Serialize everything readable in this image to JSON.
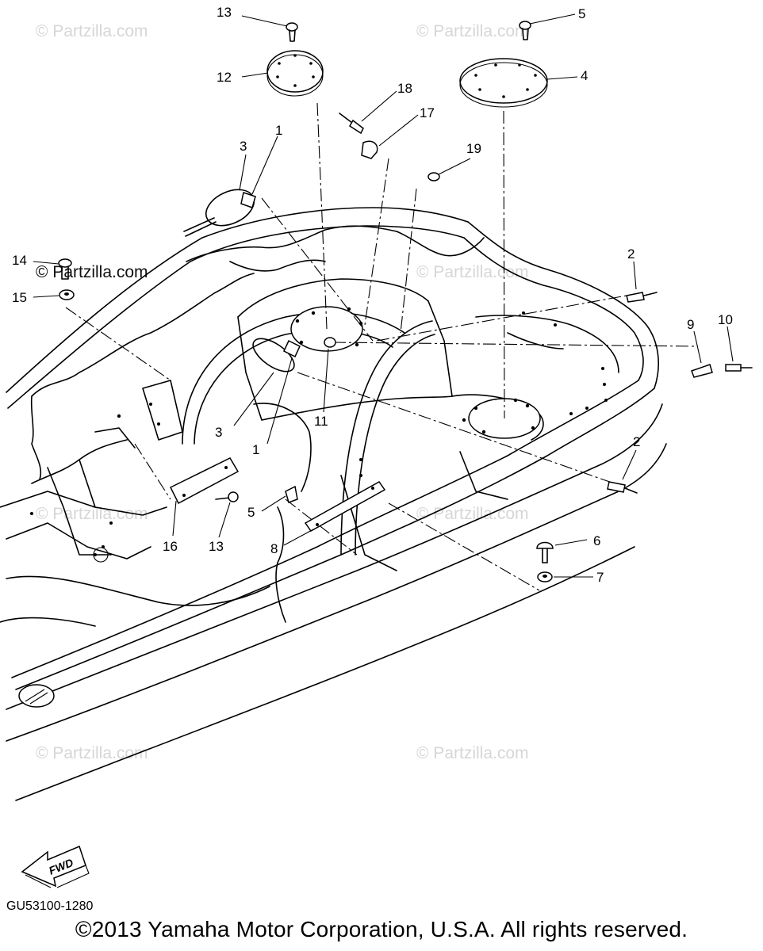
{
  "watermark": "© Partzilla.com",
  "fwd_label": "FWD",
  "diagram_code": "GU53100-1280",
  "copyright": "©2013 Yamaha Motor Corporation, U.S.A. All rights reserved.",
  "callouts": [
    "13",
    "12",
    "5",
    "4",
    "18",
    "17",
    "1",
    "3",
    "19",
    "14",
    "15",
    "2",
    "9",
    "10",
    "3",
    "1",
    "11",
    "2",
    "6",
    "7",
    "5",
    "8",
    "16",
    "13"
  ]
}
